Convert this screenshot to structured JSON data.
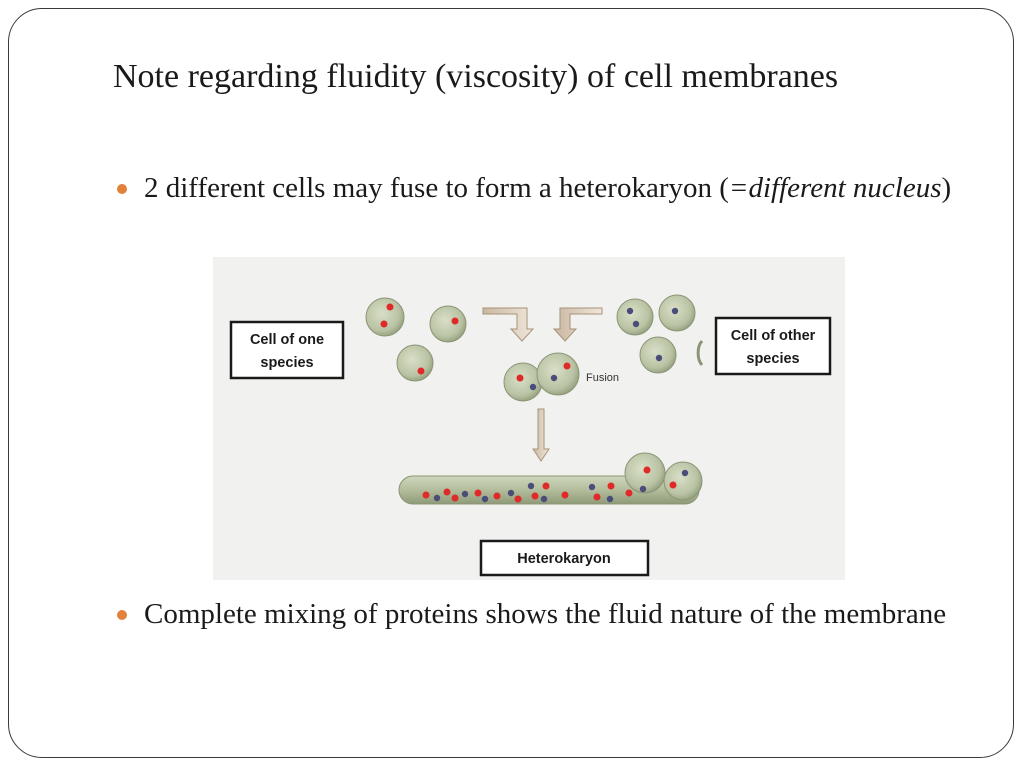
{
  "slide": {
    "title": "Note regarding fluidity (viscosity) of cell membranes",
    "bullets": [
      {
        "text_before": "2 different cells may fuse to form a heterokaryon (",
        "text_italic": "=different nucleus",
        "text_after": ")"
      },
      {
        "text": "Complete mixing of proteins shows the fluid nature of the membrane"
      }
    ]
  },
  "diagram": {
    "label_left_line1": "Cell of one",
    "label_left_line2": "species",
    "label_right_line1": "Cell of other",
    "label_right_line2": "species",
    "label_fusion": "Fusion",
    "label_result": "Heterokaryon"
  },
  "colors": {
    "bullet": "#e3813a",
    "cell_fill": "#b7c2a0",
    "red_protein": "#e02a2a",
    "blue_protein": "#4a4d7a"
  }
}
